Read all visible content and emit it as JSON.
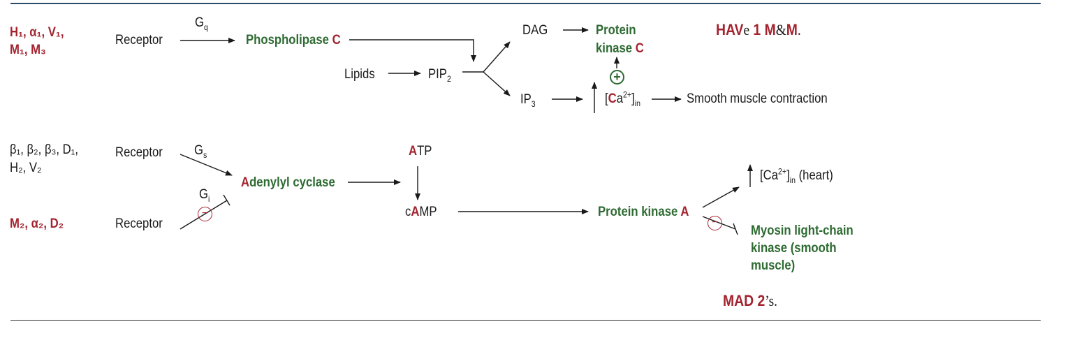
{
  "gq_pathway": {
    "receptors_line1": "H₁, α₁, V₁,",
    "receptors_line2": "M₁, M₃",
    "receptor": "Receptor",
    "g_main": "G",
    "g_sub": "q",
    "plc_main": "Phospholipase ",
    "plc_letter": "C",
    "lipids": "Lipids",
    "pip_main": "PIP",
    "pip_sub": "2",
    "dag": "DAG",
    "pkc_line1": "Protein",
    "pkc_line2_main": "kinase ",
    "pkc_letter": "C",
    "plus_sign": "+",
    "ip_main": "IP",
    "ip_sub": "3",
    "ca_open": "[",
    "ca_letter": "C",
    "ca_rest": "a",
    "ca_sup": "2+",
    "ca_close": "]",
    "ca_sub": "in",
    "smooth_muscle": "Smooth muscle contraction",
    "mnemonic_bold1": "HAV",
    "mnemonic_serif1": "e",
    "mnemonic_bold2": " 1 M",
    "mnemonic_serif2": "&",
    "mnemonic_bold3": "M",
    "mnemonic_serif3": "."
  },
  "gs_gi_pathway": {
    "gs_receptors_line1": "β₁, β₂, β₃, D₁,",
    "gs_receptors_line2": "H₂, V₂",
    "gi_receptors": "M₂, α₂, D₂",
    "receptor_s": "Receptor",
    "receptor_i": "Receptor",
    "gs_main": "G",
    "gs_sub": "s",
    "gi_main": "G",
    "gi_sub": "i",
    "minus_sign": "−",
    "ac_letter": "A",
    "ac_rest": "denylyl cyclase",
    "atp_letter": "A",
    "atp_rest": "TP",
    "camp_c": "c",
    "camp_letter": "A",
    "camp_rest": "MP",
    "pka_main": "Protein kinase ",
    "pka_letter": "A",
    "heart_open": "[Ca",
    "heart_sup": "2+",
    "heart_close": "]",
    "heart_sub": "in",
    "heart_tail": " (heart)",
    "mlck_line1": "Myosin light-chain",
    "mlck_line2": "kinase (smooth",
    "mlck_line3": "muscle)",
    "mnemonic_bold": "MAD 2",
    "mnemonic_serif": "’s."
  },
  "colors": {
    "mnemonic_red": "#a3232f",
    "enzyme_green": "#2e6a32",
    "arrow_black": "#1a1a1a"
  }
}
